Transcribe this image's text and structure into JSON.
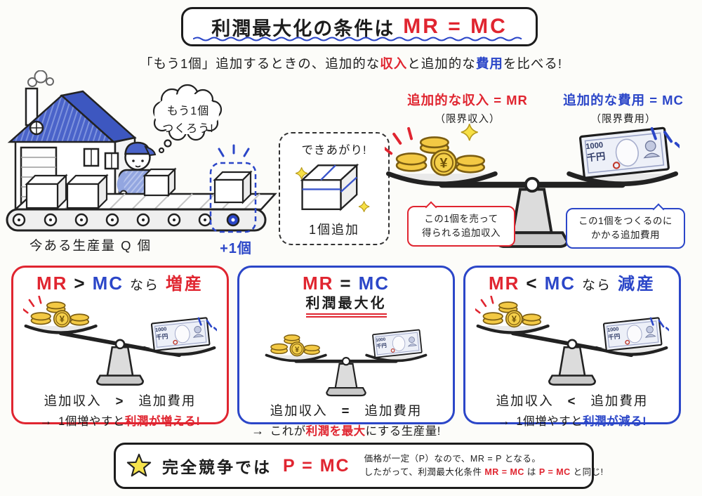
{
  "palette": {
    "red": "#e02530",
    "blue": "#2b46c8",
    "ink": "#1d1d1d",
    "gold": "#f3c944",
    "roof_blue": "#4a63c9"
  },
  "title": {
    "black": "利潤最大化の条件は",
    "red": "MR = MC"
  },
  "subtitle": {
    "part1": "「もう1個」追加するときの、追加的な",
    "revenue": "収入",
    "part2": "と追加的な",
    "cost": "費用",
    "part3": "を比べる!"
  },
  "factory": {
    "thought_line1": "もう1個",
    "thought_line2": "つくろう!",
    "production_label": "今ある生産量 Q 個",
    "plus_one": "+1個"
  },
  "finished_box": {
    "caption_top": "できあがり!",
    "caption_bottom": "1個追加"
  },
  "main_scale": {
    "revenue_label": "追加的な収入 = MR",
    "revenue_sub": "（限界収入）",
    "cost_label": "追加的な費用 = MC",
    "cost_sub": "（限界費用）",
    "revenue_bubble_line1": "この1個を売って",
    "revenue_bubble_line2": "得られる追加収入",
    "cost_bubble_line1": "この1個をつくるのに",
    "cost_bubble_line2": "かかる追加費用"
  },
  "coin": {
    "symbol": "¥"
  },
  "banknote": {
    "denomination": "1000",
    "kanji": "千円"
  },
  "panels": [
    {
      "mr": "MR",
      "op": ">",
      "mc": "MC",
      "suffix": "なら",
      "result": "増産",
      "sub": "",
      "cmp_left": "追加収入",
      "cmp_op": ">",
      "cmp_right": "追加費用",
      "arrow": "→",
      "concl_pre": "1個増やすと",
      "concl_em": "利潤が増える!",
      "concl_post": ""
    },
    {
      "mr": "MR",
      "op": "=",
      "mc": "MC",
      "suffix": "",
      "result": "",
      "sub": "利潤最大化",
      "cmp_left": "追加収入",
      "cmp_op": "=",
      "cmp_right": "追加費用",
      "arrow": "→",
      "concl_pre": "これが",
      "concl_em": "利潤を最大",
      "concl_post": "にする生産量!"
    },
    {
      "mr": "MR",
      "op": "<",
      "mc": "MC",
      "suffix": "なら",
      "result": "減産",
      "sub": "",
      "cmp_left": "追加収入",
      "cmp_op": "<",
      "cmp_right": "追加費用",
      "arrow": "→",
      "concl_pre": "1個増やすと",
      "concl_em": "利潤が減る!",
      "concl_post": ""
    }
  ],
  "footer": {
    "headline_black": "完全競争では",
    "headline_red": "P = MC",
    "note_line1": "価格が一定（P）なので、MR = P となる。",
    "note2_pre": "したがって、利潤最大化条件 ",
    "note2_em1": "MR = MC",
    "note2_mid": " は ",
    "note2_em2": "P = MC",
    "note2_post": " と同じ!"
  }
}
